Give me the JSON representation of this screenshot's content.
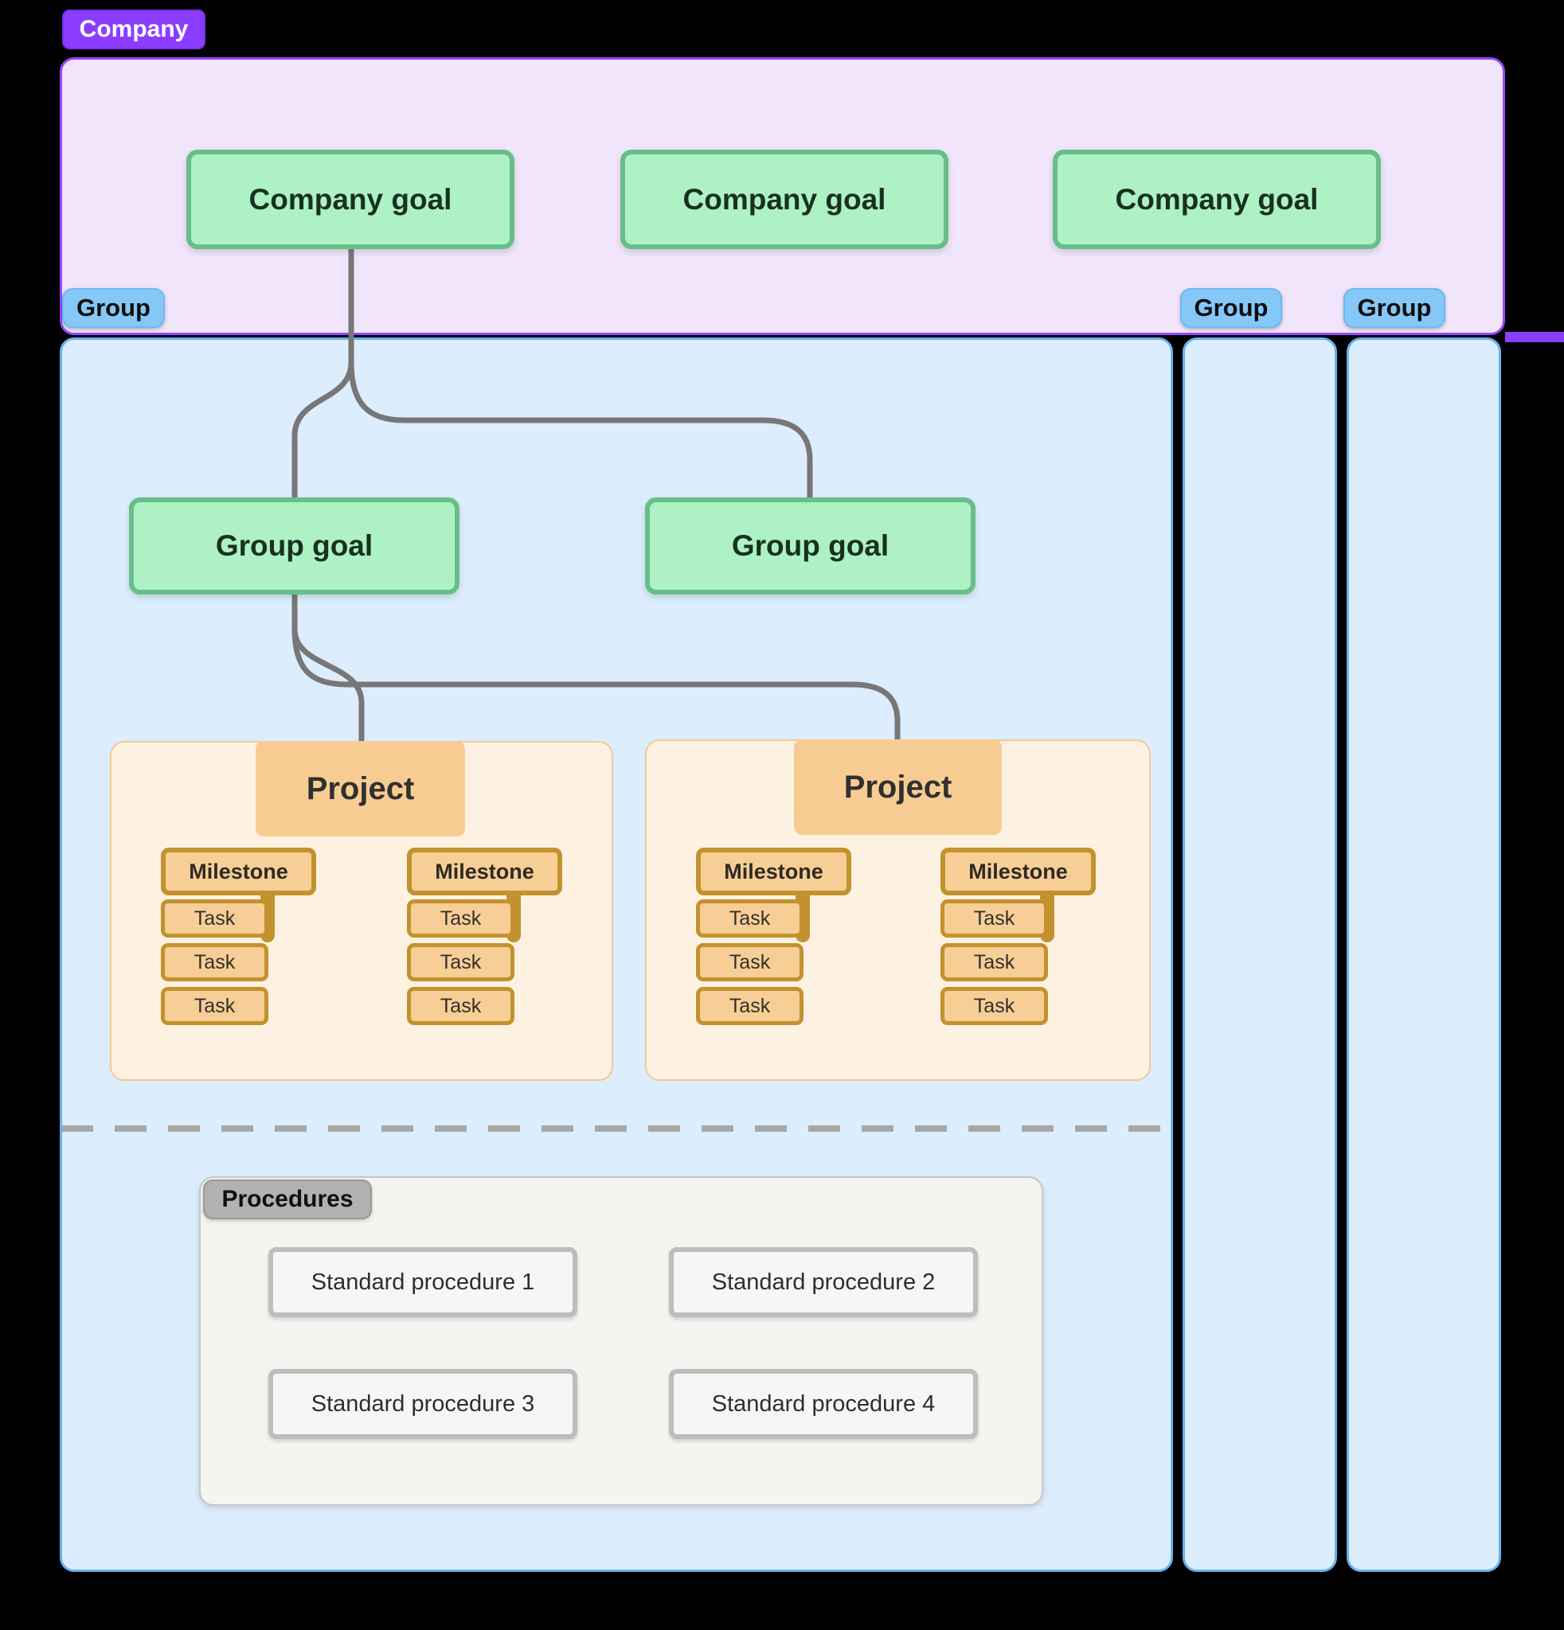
{
  "company": {
    "badge": "Company",
    "goals": [
      "Company goal",
      "Company goal",
      "Company goal"
    ]
  },
  "groups": {
    "badge_left": "Group",
    "badge_mid": "Group",
    "badge_right": "Group",
    "goals": [
      "Group goal",
      "Group goal"
    ]
  },
  "projects": [
    {
      "label": "Project",
      "milestones": [
        {
          "label": "Milestone",
          "tasks": [
            "Task",
            "Task",
            "Task"
          ]
        },
        {
          "label": "Milestone",
          "tasks": [
            "Task",
            "Task",
            "Task"
          ]
        }
      ]
    },
    {
      "label": "Project",
      "milestones": [
        {
          "label": "Milestone",
          "tasks": [
            "Task",
            "Task",
            "Task"
          ]
        },
        {
          "label": "Milestone",
          "tasks": [
            "Task",
            "Task",
            "Task"
          ]
        }
      ]
    }
  ],
  "procedures": {
    "badge": "Procedures",
    "items": [
      "Standard procedure 1",
      "Standard procedure 2",
      "Standard procedure 3",
      "Standard procedure 4"
    ]
  },
  "colors": {
    "background": "#000000",
    "company_accent": "#8B3DFF",
    "company_fill": "#F1E5FB",
    "goal_fill": "#ADF1C5",
    "goal_border": "#68BE89",
    "group_badge": "#85C8F7",
    "group_fill": "#DCEDFD",
    "group_border": "#66B1F1",
    "project_fill": "#FDF2E2",
    "project_label_fill": "#F7CC93",
    "milestone_fill": "#F8CE97",
    "milestone_border": "#C3922E",
    "procedures_fill": "#F4F4F1",
    "procedures_badge": "#B1B1B1",
    "connector": "#777777"
  }
}
